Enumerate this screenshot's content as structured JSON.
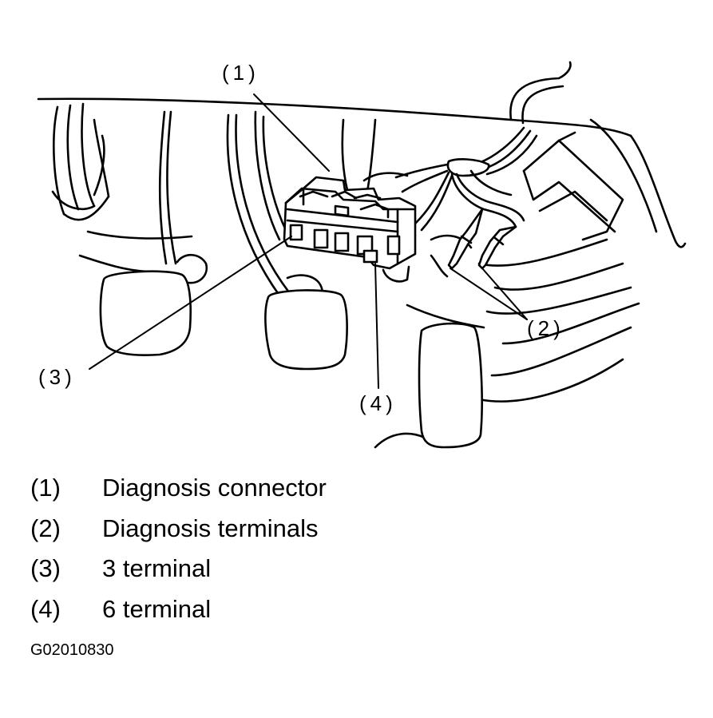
{
  "callouts": {
    "c1": "(1)",
    "c2": "(2)",
    "c3": "(3)",
    "c4": "(4)"
  },
  "legend": [
    {
      "num": "(1)",
      "text": "Diagnosis connector"
    },
    {
      "num": "(2)",
      "text": "Diagnosis terminals"
    },
    {
      "num": "(3)",
      "text": "3 terminal"
    },
    {
      "num": "(4)",
      "text": "6 terminal"
    }
  ],
  "figure_code": "G02010830"
}
